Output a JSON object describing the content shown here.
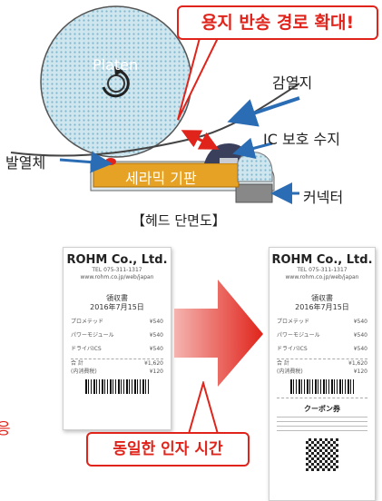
{
  "top_diagram": {
    "callout_text": "용지 반송 경로 확대!",
    "platen_label": "Platen",
    "thermal_paper_label": "감열지",
    "ic_label": "IC 보호 수지",
    "heater_label": "발열체",
    "substrate_label": "세라믹 기판",
    "connector_label": "커넥터",
    "caption": "【헤드 단면도】"
  },
  "bottom_diagram": {
    "left_receipt": {
      "company": "ROHM Co., Ltd.",
      "tel": "TEL 075-311-1317",
      "url": "www.rohm.co.jp/web/japan",
      "title": "領収書",
      "date": "2016年7月15日",
      "items": [
        {
          "name": "プロメテッド",
          "price": "¥540"
        },
        {
          "name": "パワーモジュール",
          "price": "¥540"
        },
        {
          "name": "ドライバICS",
          "price": "¥540"
        }
      ],
      "total_label": "合 計",
      "total_value": "¥1,620",
      "tax_label": "(内消費税)",
      "tax_value": "¥120"
    },
    "right_receipt": {
      "company": "ROHM Co., Ltd.",
      "tel": "TEL 075-311-1317",
      "url": "www.rohm.co.jp/web/japan",
      "title": "領収書",
      "date": "2016年7月15日",
      "items": [
        {
          "name": "プロメテッド",
          "price": "¥540"
        },
        {
          "name": "パワーモジュール",
          "price": "¥540"
        },
        {
          "name": "ドライバICS",
          "price": "¥540"
        }
      ],
      "total_label": "合 計",
      "total_value": "¥1,620",
      "tax_label": "(内消費税)",
      "tax_value": "¥120",
      "coupon_title": "クーポン券"
    },
    "left_edge_text": "응",
    "callout_text": "동일한 인자 시간"
  },
  "colors": {
    "accent_red": "#e0241b",
    "arrow_blue": "#2a6db5",
    "substrate_orange": "#e6a224",
    "platen_fill": "#b9dde9"
  }
}
